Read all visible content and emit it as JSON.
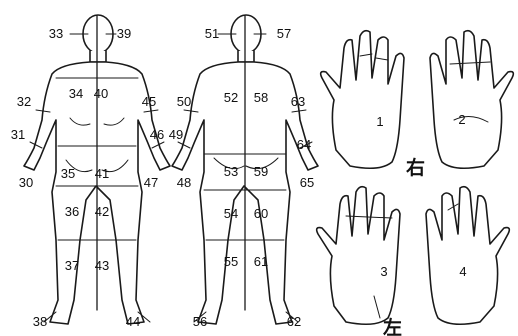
{
  "front_body": {
    "labels": [
      "33",
      "39",
      "32",
      "34",
      "40",
      "45",
      "31",
      "46",
      "30",
      "35",
      "41",
      "47",
      "36",
      "42",
      "37",
      "43",
      "38",
      "44"
    ]
  },
  "back_body": {
    "labels": [
      "51",
      "57",
      "50",
      "52",
      "58",
      "63",
      "49",
      "64",
      "48",
      "53",
      "59",
      "65",
      "54",
      "60",
      "55",
      "61",
      "56",
      "62"
    ]
  },
  "hands": {
    "right_label": "右",
    "left_label": "左",
    "numbers": [
      "1",
      "2",
      "3",
      "4"
    ]
  },
  "colors": {
    "line": "#1a1a1a",
    "background": "#ffffff"
  }
}
